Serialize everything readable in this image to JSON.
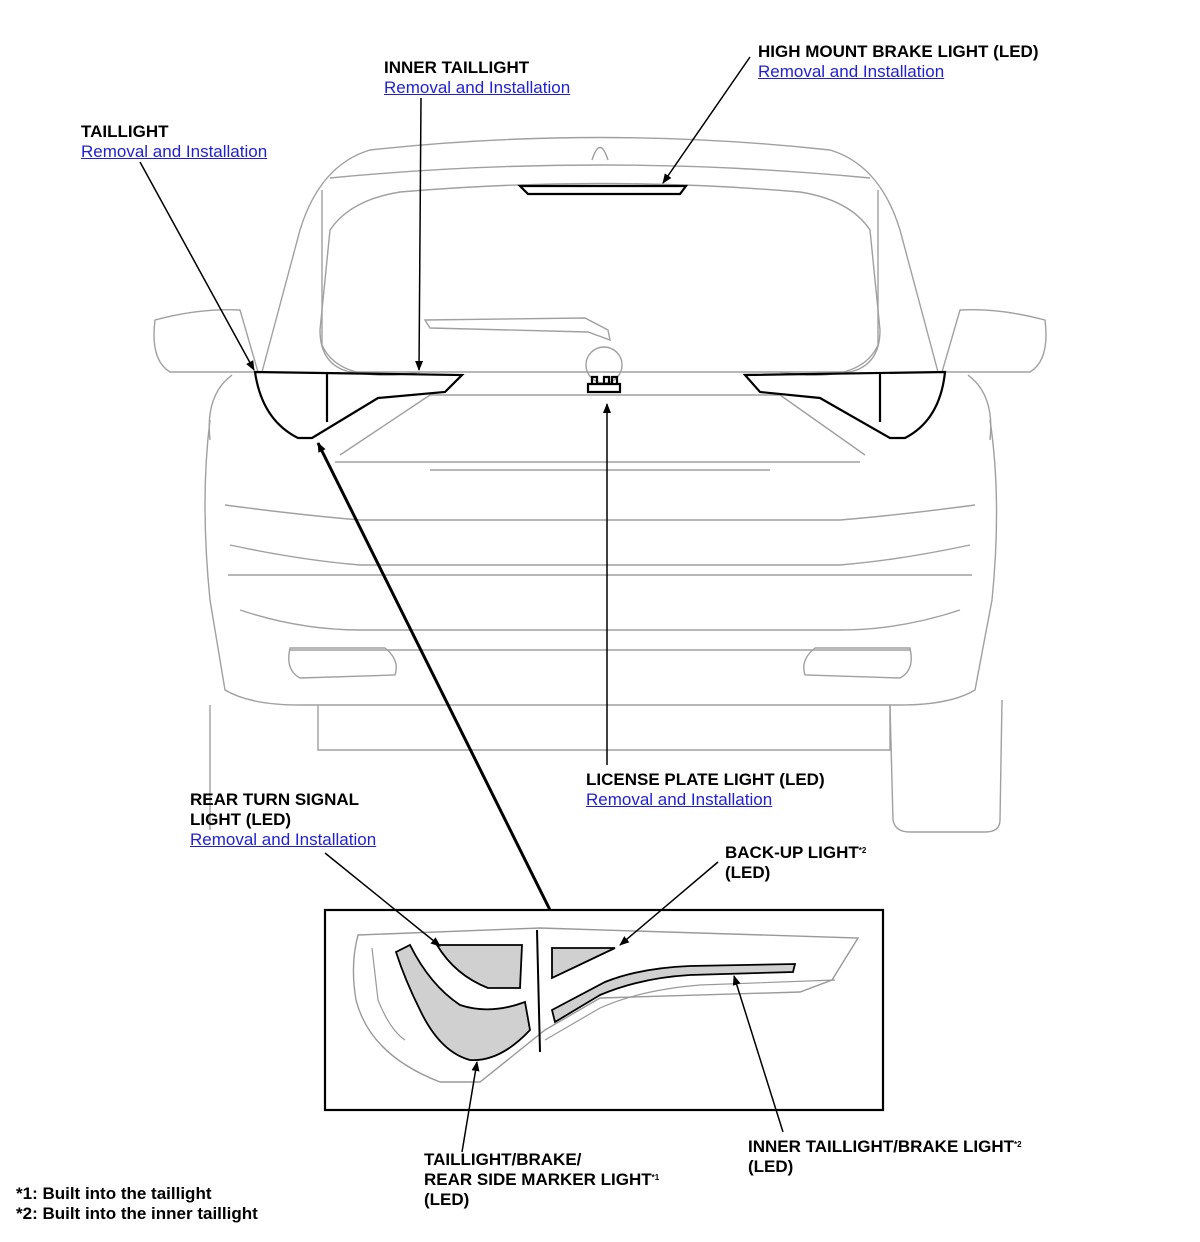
{
  "callouts": {
    "high_mount": {
      "title": "HIGH MOUNT BRAKE LIGHT (LED)",
      "link": "Removal and Installation"
    },
    "inner_taillight": {
      "title": "INNER TAILLIGHT",
      "link": "Removal and Installation"
    },
    "taillight": {
      "title": "TAILLIGHT",
      "link": "Removal and Installation"
    },
    "license_plate": {
      "title": "LICENSE PLATE LIGHT (LED)",
      "link": "Removal and Installation"
    },
    "rear_turn": {
      "title_line1": "REAR TURN SIGNAL",
      "title_line2": "LIGHT (LED)",
      "link": "Removal and Installation"
    },
    "backup": {
      "title_line1": "BACK-UP LIGHT",
      "sup": "*2",
      "title_line2": "(LED)"
    },
    "tail_brake_marker": {
      "line1": "TAILLIGHT/BRAKE/",
      "line2": "REAR SIDE MARKER LIGHT",
      "sup": "*1",
      "line3": "(LED)"
    },
    "inner_tail_brake": {
      "line1": "INNER TAILLIGHT/BRAKE LIGHT",
      "sup": "*2",
      "line2": "(LED)"
    }
  },
  "notes": [
    "*1: Built into the taillight",
    "*2: Built into the inner taillight"
  ],
  "colors": {
    "link": "#1f1fd6",
    "line": "#000000",
    "vehicle": "#9a9a9a",
    "fill_gray": "#d0d0d0"
  }
}
